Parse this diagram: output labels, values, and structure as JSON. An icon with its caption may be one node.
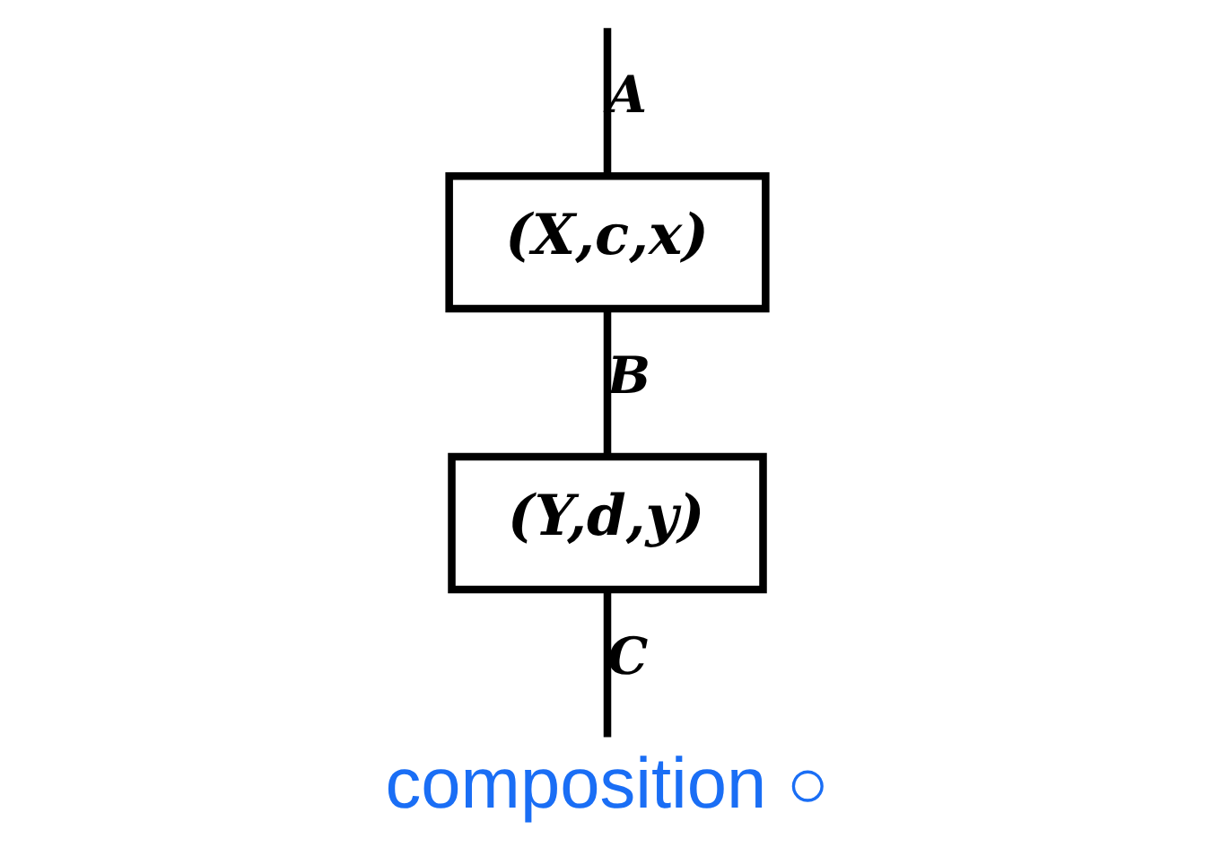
{
  "diagram": {
    "caption": "composition ○",
    "nodes": [
      {
        "text": [
          "(X,c,x)"
        ]
      },
      {
        "text": [
          "(Y,d,y)"
        ]
      }
    ],
    "edges": [
      {
        "from": null,
        "to": 0,
        "arrow": "none",
        "label": "A"
      },
      {
        "from": 0,
        "to": 1,
        "arrow": "none",
        "label": "B"
      },
      {
        "from": 1,
        "to": null,
        "arrow": "none",
        "label": "C"
      }
    ]
  }
}
